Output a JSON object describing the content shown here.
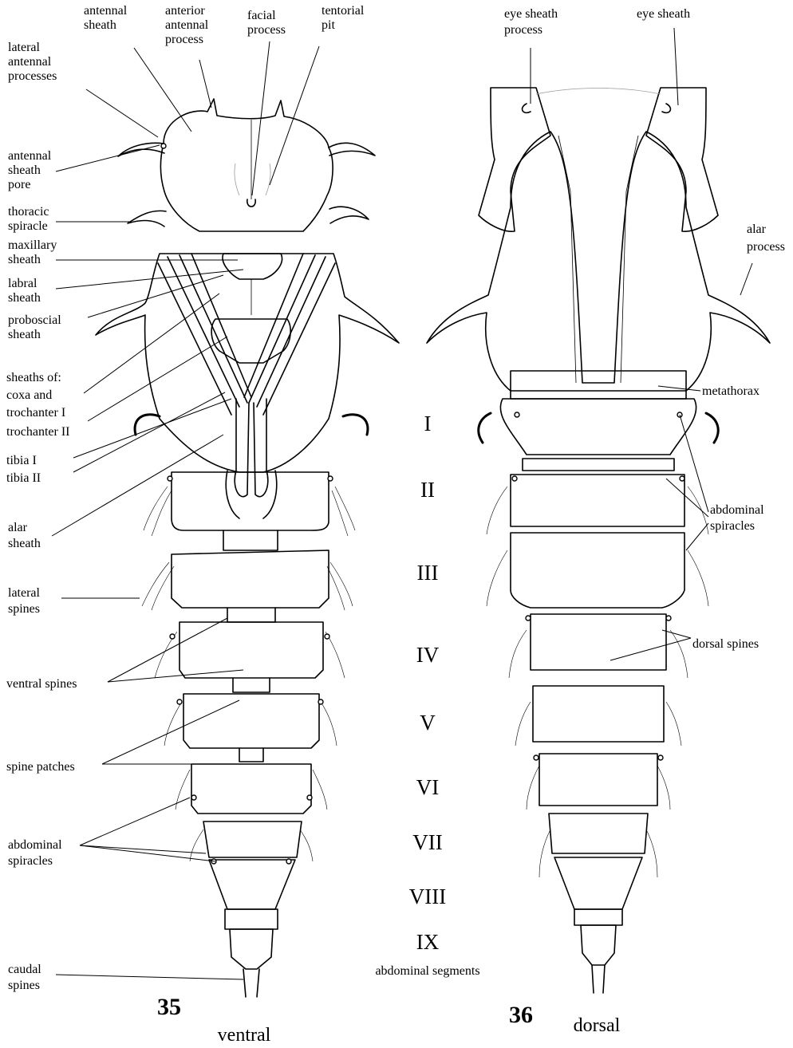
{
  "labels": {
    "antennal_sheath": [
      "antennal",
      "sheath"
    ],
    "anterior_antennal_process": [
      "anterior",
      "antennal",
      "process"
    ],
    "facial_process": [
      "facial",
      "process"
    ],
    "tentorial_pit": [
      "tentorial",
      "pit"
    ],
    "lateral_antennal_processes": [
      "lateral",
      "antennal",
      "processes"
    ],
    "antennal_sheath_pore": [
      "antennal",
      "sheath",
      "pore"
    ],
    "thoracic_spiracle": [
      "thoracic",
      "spiracle"
    ],
    "maxillary_sheath": [
      "maxillary",
      "sheath"
    ],
    "labral_sheath": [
      "labral",
      "sheath"
    ],
    "proboscial_sheath": [
      "proboscial",
      "sheath"
    ],
    "sheaths_of": [
      "sheaths of:",
      "coxa and",
      "trochanter I",
      "trochanter II"
    ],
    "tibia_1": "tibia I",
    "tibia_2": "tibia II",
    "alar_sheath": [
      "alar",
      "sheath"
    ],
    "lateral_spines": [
      "lateral",
      "spines"
    ],
    "ventral_spines": "ventral spines",
    "spine_patches": "spine patches",
    "abdominal_spiracles_left": [
      "abdominal",
      "spiracles"
    ],
    "caudal_spines": [
      "caudal",
      "spines"
    ],
    "eye_sheath_process": [
      "eye sheath",
      "process"
    ],
    "eye_sheath": "eye sheath",
    "alar_process": [
      "alar",
      "process"
    ],
    "metathorax": "metathorax",
    "abdominal_spiracles_right": [
      "abdominal",
      "spiracles"
    ],
    "dorsal_spines": "dorsal spines"
  },
  "segments": [
    "I",
    "II",
    "III",
    "IV",
    "V",
    "VI",
    "VII",
    "VIII",
    "IX"
  ],
  "segments_caption": "abdominal segments",
  "figures": [
    {
      "number": "35",
      "view": "ventral"
    },
    {
      "number": "36",
      "view": "dorsal"
    }
  ]
}
